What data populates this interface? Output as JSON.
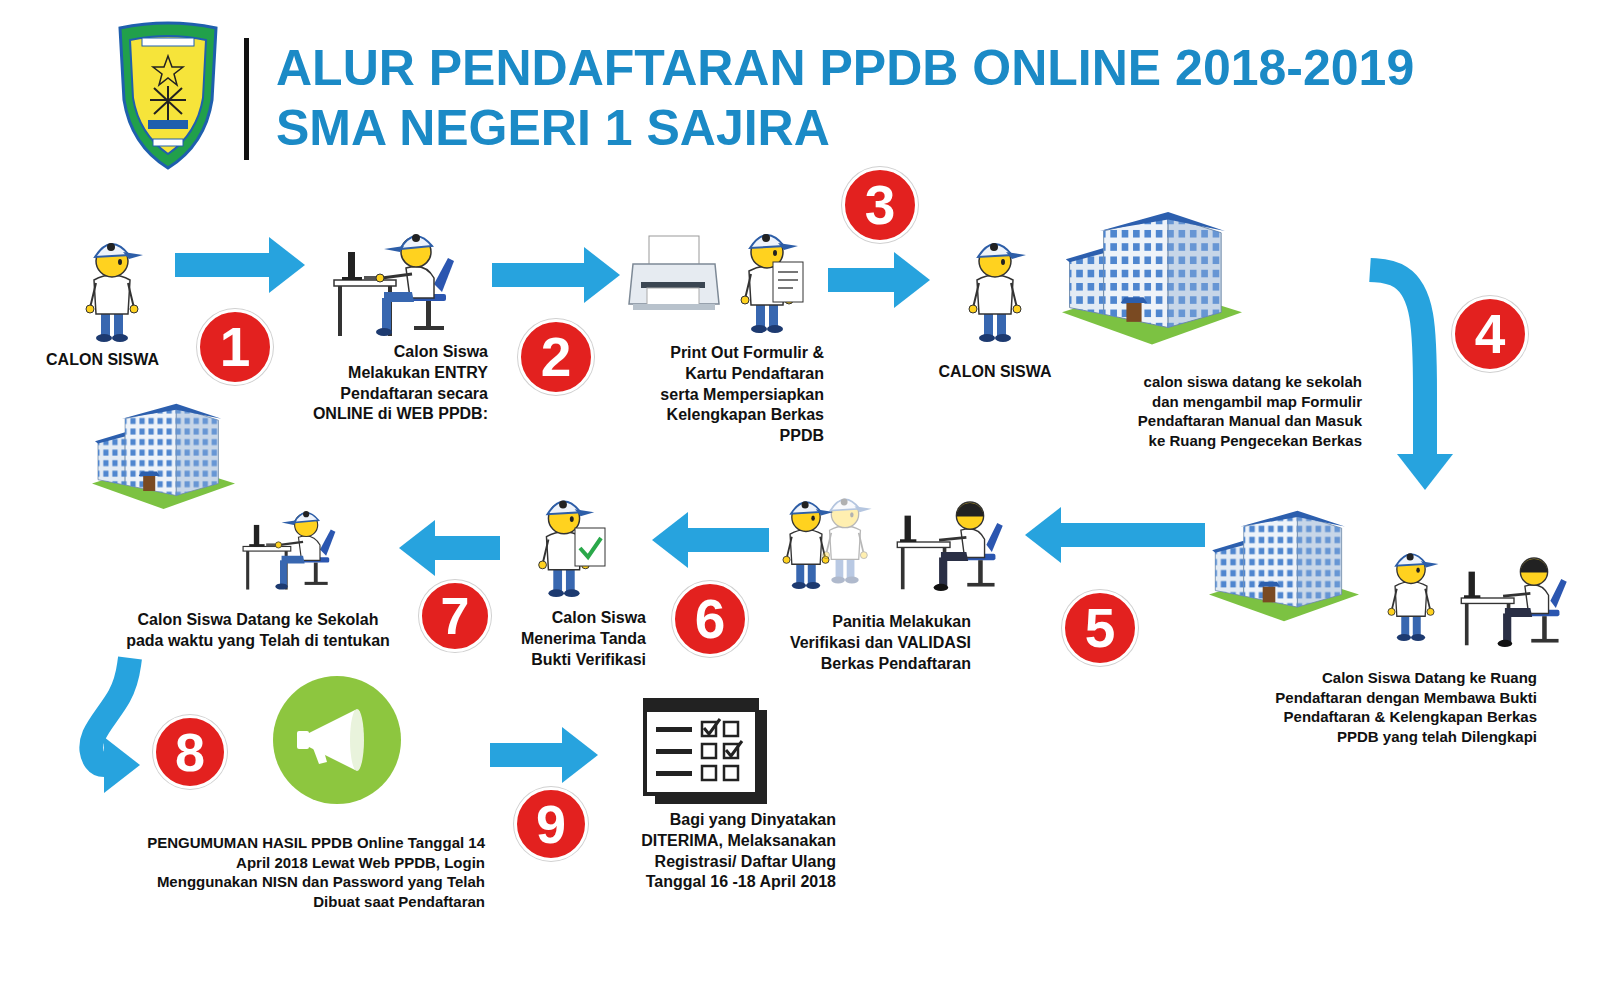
{
  "diagram": {
    "title": "ALUR PENDAFTARAN PPDB ONLINE 2018-2019 SMA NEGERI 1 SAJIRA",
    "nodes": [
      {
        "text": [
          "CALON SISWA"
        ]
      },
      {
        "text": [
          "Calon Siswa Melakukan ENTRY Pendaftaran secara ONLINE di WEB PPDB:"
        ]
      },
      {
        "text": [
          "Print Out Formulir & Kartu Pendaftaran serta Mempersiapkan Kelengkapan Berkas PPDB"
        ]
      },
      {
        "text": [
          "CALON SISWA"
        ]
      },
      {
        "text": [
          "calon siswa datang ke sekolah dan mengambil map Formulir Pendaftaran Manual dan Masuk ke Ruang Pengecekan Berkas"
        ]
      },
      {
        "text": [
          "Calon Siswa Datang ke Ruang Pendaftaran dengan Membawa Bukti Pendaftaran & Kelengkapan Berkas PPDB yang telah Dilengkapi"
        ]
      },
      {
        "text": [
          "Panitia Melakukan Verifikasi dan VALIDASI Berkas Pendaftaran"
        ]
      },
      {
        "text": [
          "Calon Siswa Menerima Tanda Bukti Verifikasi"
        ]
      },
      {
        "text": [
          "Calon Siswa Datang ke Sekolah pada waktu yang Telah di tentukan"
        ]
      },
      {
        "text": [
          "PENGUMUMAN HASIL PPDB Online Tanggal 14 April 2018 Lewat Web PPDB, Login Menggunakan NISN dan Password yang Telah Dibuat saat Pendaftaran"
        ]
      },
      {
        "text": [
          "Bagi yang Dinyatakan DITERIMA, Melaksanakan Registrasi/ Daftar Ulang Tanggal 16 -18 April 2018"
        ]
      }
    ],
    "edges": [
      {
        "from": 0,
        "to": 1,
        "arrow": "to"
      },
      {
        "from": 1,
        "to": 2,
        "arrow": "to"
      },
      {
        "from": 2,
        "to": 3,
        "arrow": "to"
      },
      {
        "from": 4,
        "to": 5,
        "arrow": "to"
      },
      {
        "from": 5,
        "to": 6,
        "arrow": "to"
      },
      {
        "from": 6,
        "to": 7,
        "arrow": "to"
      },
      {
        "from": 7,
        "to": 8,
        "arrow": "to"
      },
      {
        "from": 8,
        "to": 9,
        "arrow": "to"
      },
      {
        "from": 9,
        "to": 10,
        "arrow": "to"
      }
    ],
    "labels": [
      "1",
      "2",
      "3",
      "4",
      "5",
      "6",
      "7",
      "8",
      "9"
    ]
  }
}
